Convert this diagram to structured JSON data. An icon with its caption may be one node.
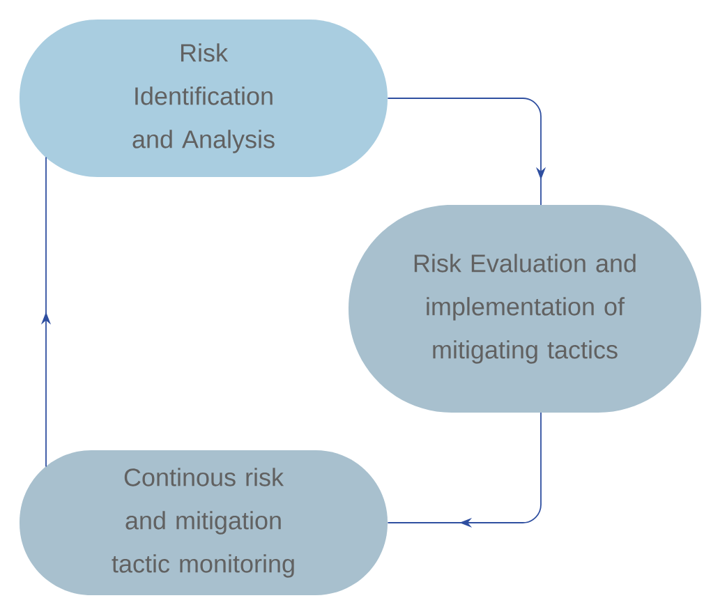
{
  "diagram": {
    "nodes": [
      {
        "text": [
          "Risk Identification and Analysis"
        ]
      },
      {
        "text": [
          "Risk Evaluation and implementation of mitigating tactics"
        ]
      },
      {
        "text": [
          "Continous risk and mitigation tactic monitoring"
        ]
      }
    ],
    "edges": [
      {
        "from": 0,
        "to": 1,
        "arrow": "to"
      },
      {
        "from": 1,
        "to": 2,
        "arrow": "to"
      },
      {
        "from": 2,
        "to": 0,
        "arrow": "to"
      }
    ]
  }
}
